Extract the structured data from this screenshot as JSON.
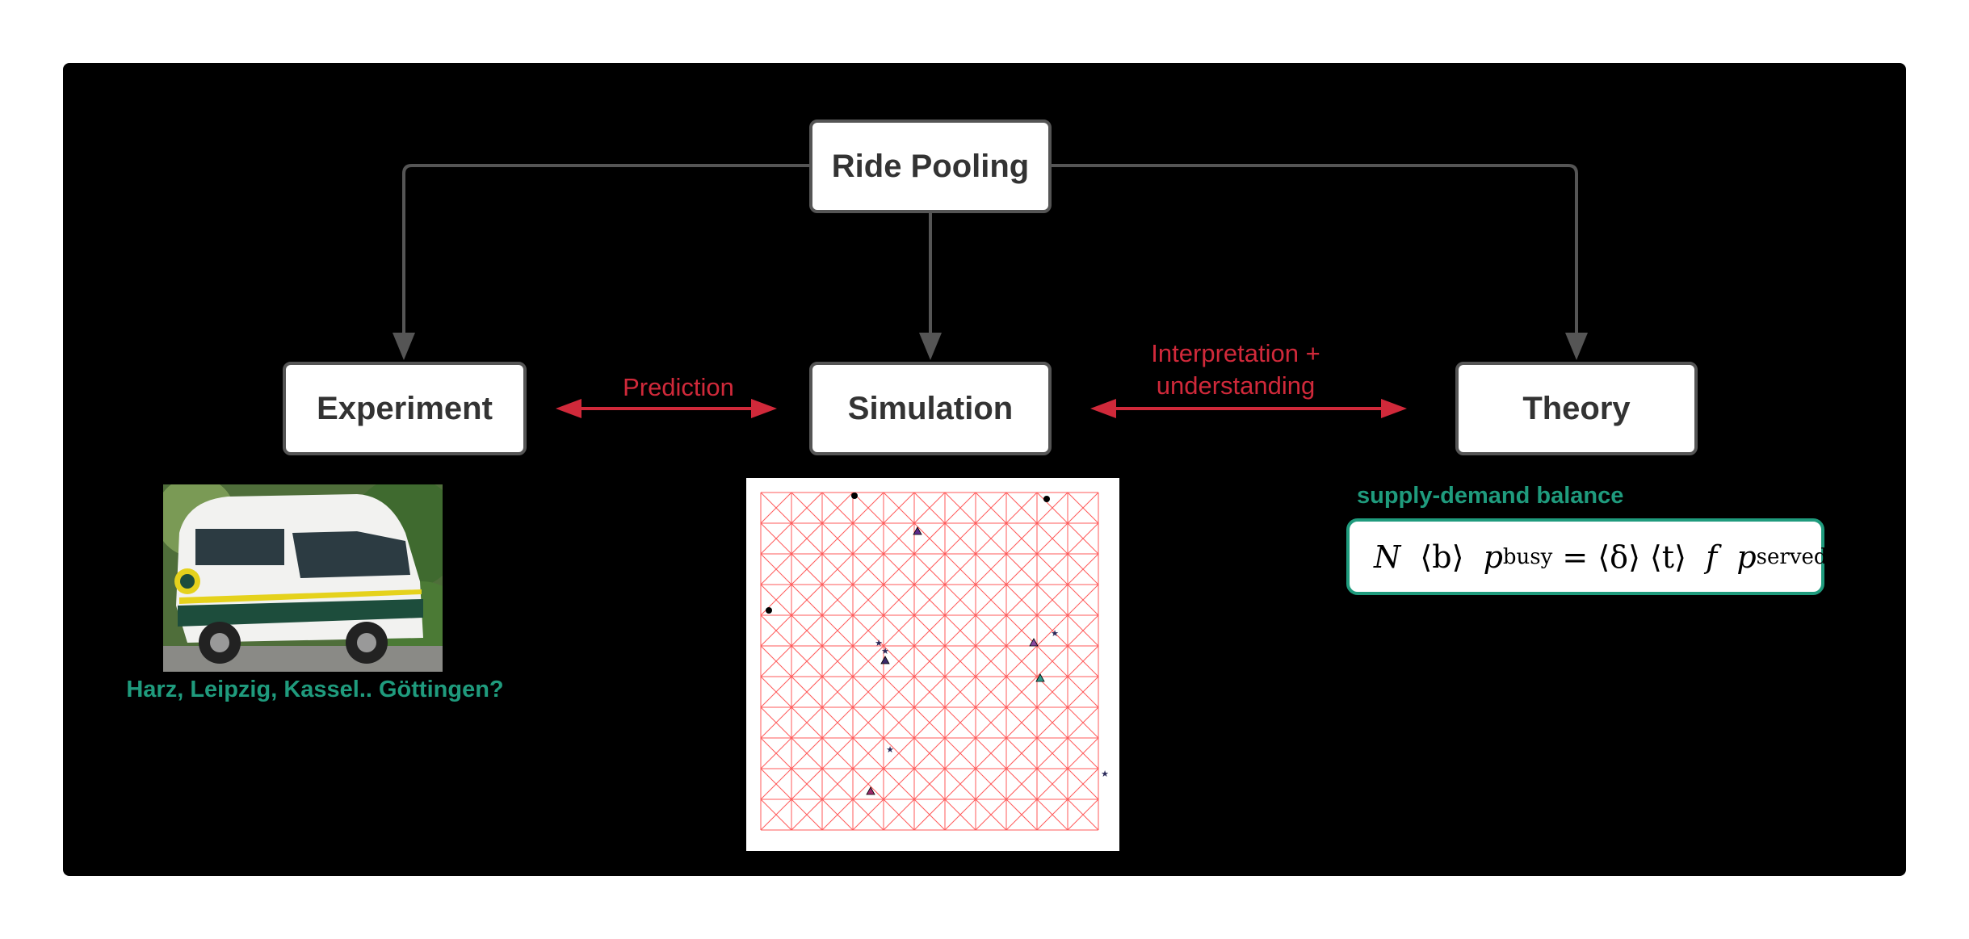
{
  "nodes": {
    "ride_pooling": "Ride Pooling",
    "experiment": "Experiment",
    "simulation": "Simulation",
    "theory": "Theory"
  },
  "edges": {
    "prediction": "Prediction",
    "interpretation_line1": "Interpretation +",
    "interpretation_line2": "understanding"
  },
  "experiment_caption": "Harz, Leipzig, Kassel.. Göttingen?",
  "theory_caption": "supply-demand balance",
  "formula": {
    "N": "N",
    "b": "⟨b⟩",
    "p": "p",
    "busy": "busy",
    "eq": "=",
    "delta": "⟨δ⟩",
    "t": "⟨t⟩",
    "f": "f",
    "p2": "p",
    "served": "served"
  },
  "colors": {
    "panel": "#000000",
    "node_border": "#555555",
    "arrow_gray": "#555555",
    "arrow_red": "#d0293a",
    "teal": "#1f9b7d",
    "grid": "#ff4d4d"
  }
}
